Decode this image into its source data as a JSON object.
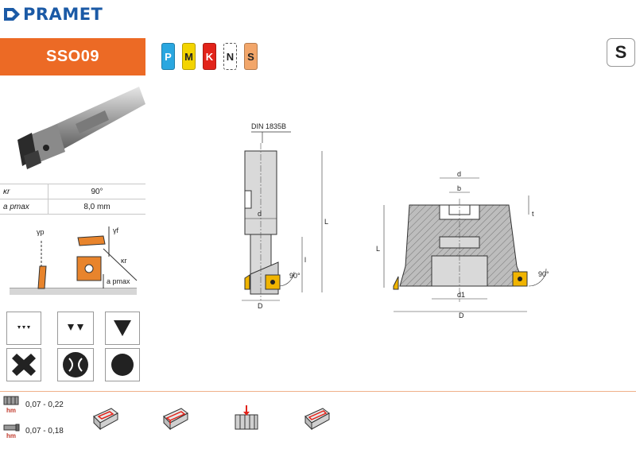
{
  "brand": {
    "name": "PRAMET",
    "color": "#1b5aa6"
  },
  "product": {
    "code": "SSO09",
    "bar_color": "#ec6a25"
  },
  "materials": [
    {
      "letter": "P",
      "color": "#2aa7e0",
      "text_color": "#ffffff",
      "dashed": false
    },
    {
      "letter": "M",
      "color": "#f3d400",
      "text_color": "#222222",
      "dashed": false
    },
    {
      "letter": "K",
      "color": "#e2231a",
      "text_color": "#ffffff",
      "dashed": false
    },
    {
      "letter": "N",
      "color": "#ffffff",
      "text_color": "#222222",
      "dashed": true
    },
    {
      "letter": "S",
      "color": "#f2a66a",
      "text_color": "#222222",
      "dashed": false
    }
  ],
  "shank_type": "S",
  "specs": [
    {
      "symbol": "κr",
      "value": "90°"
    },
    {
      "symbol": "a pmax",
      "value": "8,0 mm"
    }
  ],
  "geometry_labels": {
    "gamma_p": "γp",
    "gamma_f": "γf",
    "kappa_r": "κr",
    "ap_max": "a pmax"
  },
  "drawing1": {
    "standard": "DIN 1835B",
    "d": "d",
    "L": "L",
    "l": "l",
    "D": "D",
    "angle": "90°"
  },
  "drawing2": {
    "d": "d",
    "b": "b",
    "t": "t",
    "L": "L",
    "d1": "d1",
    "D": "D",
    "angle": "90°"
  },
  "feeds": [
    {
      "icon": "face-mill-icon",
      "label": "hm",
      "value": "0,07 - 0,22"
    },
    {
      "icon": "end-mill-icon",
      "label": "hm",
      "value": "0,07 - 0,18"
    }
  ],
  "operations": [
    "face-milling-icon",
    "shoulder-milling-icon",
    "plunge-milling-icon",
    "slot-milling-icon"
  ]
}
